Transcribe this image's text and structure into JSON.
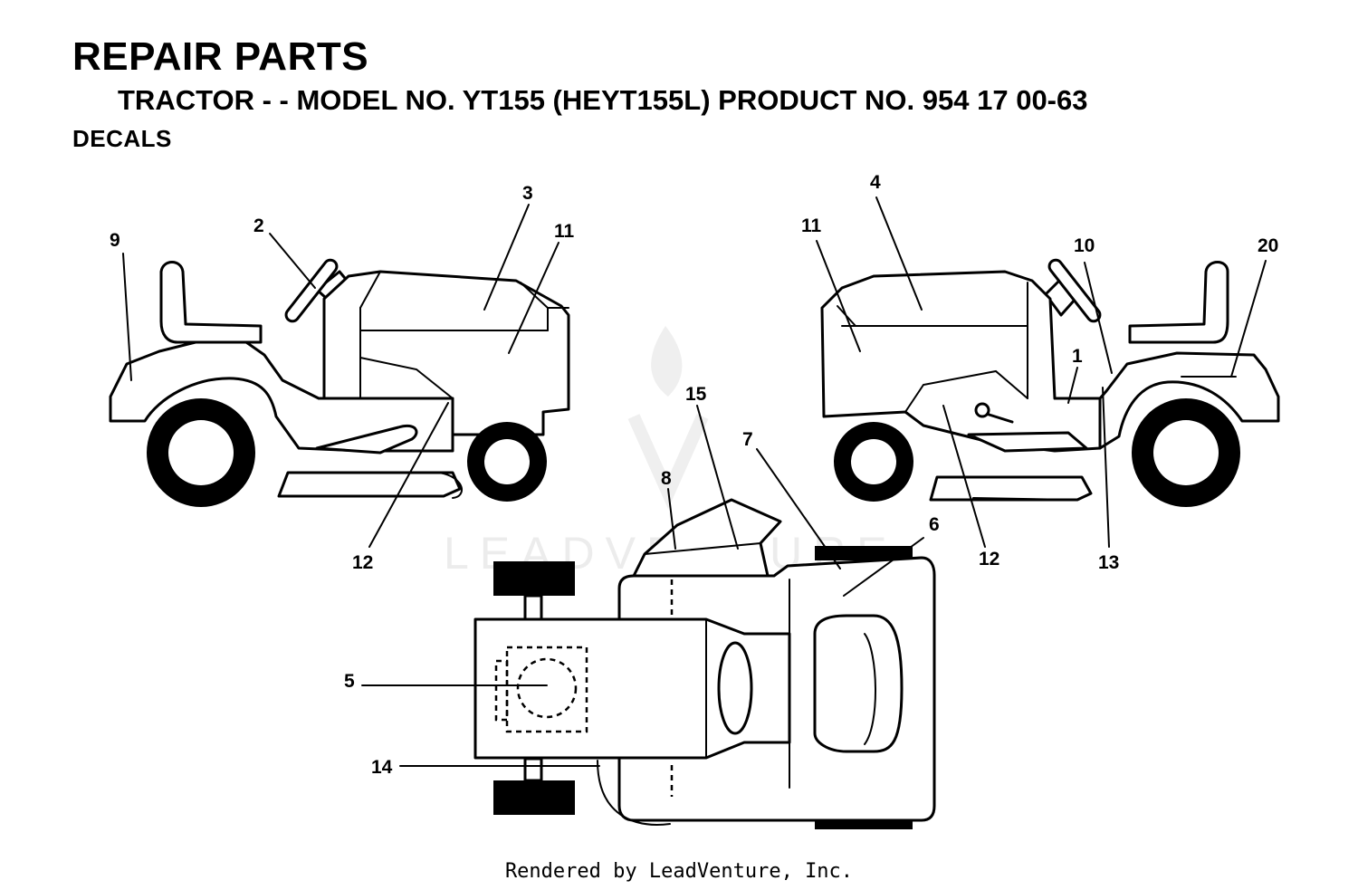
{
  "header": {
    "title": "REPAIR PARTS",
    "subtitle": "TRACTOR - - MODEL NO. YT155 (HEYT155L) PRODUCT NO. 954 17 00-63",
    "section": "DECALS"
  },
  "callouts": [
    "9",
    "2",
    "3",
    "11",
    "12",
    "4",
    "11",
    "10",
    "20",
    "1",
    "12",
    "13",
    "15",
    "7",
    "8",
    "6",
    "5",
    "14"
  ],
  "watermark": "LEADVENTURE",
  "footer": "Rendered by LeadVenture, Inc."
}
